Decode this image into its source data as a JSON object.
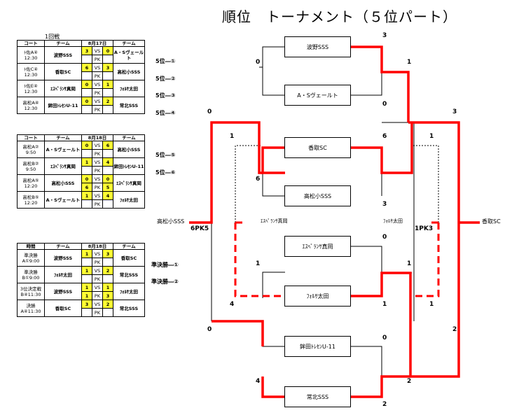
{
  "title": "順位　トーナメント（５位パート）",
  "round1_label": "1回戦",
  "tables": [
    {
      "headers": [
        "コート",
        "チーム",
        "8月17日",
        "チーム"
      ],
      "rows": [
        {
          "court": "ﾄ佐A④",
          "time": "12:30",
          "t1": "波野SSS",
          "s1": "3",
          "vs": "VS",
          "s2": "0",
          "t2": "A・Sヴェールト",
          "pk": "PK",
          "p1": "",
          "p2": ""
        },
        {
          "court": "ﾄ佐C④",
          "time": "12:30",
          "t1": "香取SC",
          "s1": "6",
          "vs": "VS",
          "s2": "3",
          "t2": "高松小SSS",
          "pk": "PK",
          "p1": "",
          "p2": ""
        },
        {
          "court": "ﾄ佐E④",
          "time": "12:30",
          "t1": "ｴｽﾍﾟﾗﾝｻ真岡",
          "s1": "0",
          "vs": "VS",
          "s2": "1",
          "t2": "ﾌｫﾙｻ太田",
          "pk": "PK",
          "p1": "",
          "p2": ""
        },
        {
          "court": "高松A④",
          "time": "12:30",
          "t1": "鉾田ﾄﾚｾﾝU-11",
          "s1": "0",
          "vs": "VS",
          "s2": "2",
          "t2": "常北SSS",
          "pk": "PK",
          "p1": "",
          "p2": ""
        }
      ]
    },
    {
      "headers": [
        "コート",
        "チーム",
        "8月18日",
        "チーム"
      ],
      "rows": [
        {
          "court": "高松A②",
          "time": "9:50",
          "t1": "A・Sヴェールト",
          "s1": "0",
          "vs": "VS",
          "s2": "6",
          "t2": "高松小SSS",
          "pk": "PK",
          "p1": "",
          "p2": ""
        },
        {
          "court": "高松B②",
          "time": "9:50",
          "t1": "ｴｽﾍﾟﾗﾝｻ真岡",
          "s1": "1",
          "vs": "VS",
          "s2": "4",
          "t2": "鉾田ﾄﾚｾﾝU-11",
          "pk": "PK",
          "p1": "",
          "p2": ""
        },
        {
          "court": "高松A⑤",
          "time": "12:20",
          "t1": "高松小SSS",
          "s1": "0",
          "vs": "VS",
          "s2": "0",
          "t2": "ｴｽﾍﾟﾗﾝｻ真岡",
          "pk": "PK",
          "p1": "6",
          "p2": "5"
        },
        {
          "court": "高松B⑤",
          "time": "12:20",
          "t1": "A・Sヴェールト",
          "s1": "1",
          "vs": "VS",
          "s2": "4",
          "t2": "ﾌｫﾙｻ太田",
          "pk": "PK",
          "p1": "",
          "p2": ""
        }
      ]
    },
    {
      "headers": [
        "時間",
        "チーム",
        "8月18日",
        "チーム"
      ],
      "rows": [
        {
          "court": "準決勝",
          "time": "A①9:00",
          "t1": "波野SSS",
          "s1": "1",
          "vs": "VS",
          "s2": "3",
          "t2": "香取SC",
          "pk": "PK",
          "p1": "",
          "p2": ""
        },
        {
          "court": "準決勝",
          "time": "B①9:00",
          "t1": "ﾌｫﾙｻ太田",
          "s1": "1",
          "vs": "VS",
          "s2": "2",
          "t2": "常北SSS",
          "pk": "PK",
          "p1": "",
          "p2": ""
        },
        {
          "court": "3位決定戦",
          "time": "B④11:30",
          "t1": "波野SSS",
          "s1": "1",
          "vs": "VS",
          "s2": "1",
          "t2": "ﾌｫﾙｻ太田",
          "pk": "PK",
          "p1": "1",
          "p2": "3"
        },
        {
          "court": "決勝",
          "time": "A④11:30",
          "t1": "香取SC",
          "s1": "3",
          "vs": "VS",
          "s2": "2",
          "t2": "常北SSS",
          "pk": "PK",
          "p1": "",
          "p2": ""
        }
      ]
    }
  ],
  "side_labels": [
    "5位―①",
    "5位―②",
    "5位―③",
    "5位―④",
    "5位―⑤",
    "5位―⑥",
    "準決勝―①",
    "準決勝―②"
  ],
  "bracket": {
    "teams": [
      "波野SSS",
      "A・Sヴェールト",
      "香取SC",
      "高松小SSS",
      "ｴｽﾍﾟﾗﾝｻ真岡",
      "ﾌｫﾙｻ太田",
      "鉾田ﾄﾚｾﾝU-11",
      "常北SSS"
    ],
    "left_scores": [
      "0",
      "1",
      "6",
      "0",
      "1",
      "4",
      "0",
      "4"
    ],
    "right_scores": [
      "3",
      "1",
      "0",
      "6",
      "3",
      "3",
      "0",
      "1",
      "1",
      "1",
      "0",
      "2",
      "2",
      "1",
      "2"
    ],
    "pk_left": "6PK5",
    "pk_right": "1PK3",
    "left_end": "高松小SSS",
    "right_end": "香取SC",
    "center_left": "ｴｽﾍﾟﾗﾝｻ真岡",
    "center_right": "ﾌｫﾙｻ太田"
  },
  "colors": {
    "highlight": "#ffff33",
    "winner_line": "#ff0000",
    "line": "#000000"
  }
}
